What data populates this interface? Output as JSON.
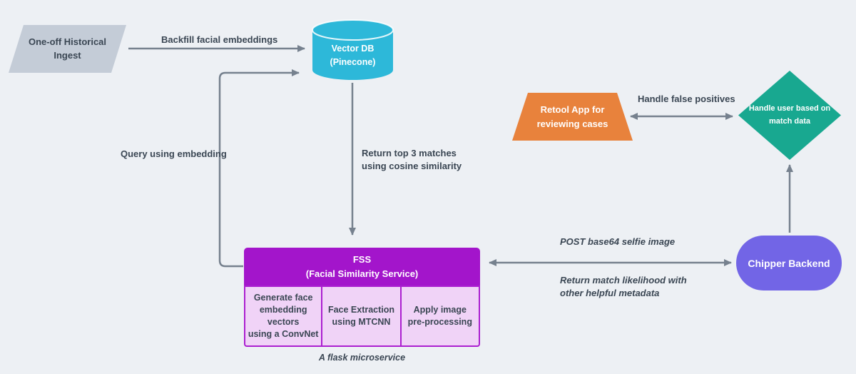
{
  "diagram": {
    "background_color": "#edf0f4",
    "arrow_color": "#76818e",
    "label_text_color": "#3a4653",
    "nodes": {
      "historical_ingest": {
        "label": "One-off Historical\nIngest",
        "color": "#c4ccd7",
        "shape": "parallelogram"
      },
      "vector_db": {
        "label": "Vector DB\n(Pinecone)",
        "color": "#2db8d9",
        "shape": "cylinder"
      },
      "retool_app": {
        "label": "Retool App for\nreviewing cases",
        "color": "#e8823c",
        "shape": "trapezoid"
      },
      "handle_user": {
        "label": "Handle user based on\nmatch data",
        "color": "#18a890",
        "shape": "diamond"
      },
      "fss": {
        "title": "FSS\n(Facial Similarity Service)",
        "header_color": "#a315cb",
        "cell_color": "#f0d3f7",
        "border_color": "#ab1fd0",
        "cells": [
          "Generate face\nembedding\nvectors\nusing a ConvNet",
          "Face Extraction\nusing MTCNN",
          "Apply image\npre-processing"
        ],
        "caption": "A flask microservice"
      },
      "chipper_backend": {
        "label": "Chipper Backend",
        "color": "#7265e6",
        "shape": "rounded-pill"
      }
    },
    "edge_labels": {
      "backfill": "Backfill facial embeddings",
      "query": "Query using embedding",
      "return_top3": "Return top 3 matches\nusing cosine similarity",
      "handle_false_positives": "Handle false positives",
      "post_selfie": "POST base64 selfie image",
      "return_match": "Return match likelihood with\nother helpful metadata"
    }
  }
}
